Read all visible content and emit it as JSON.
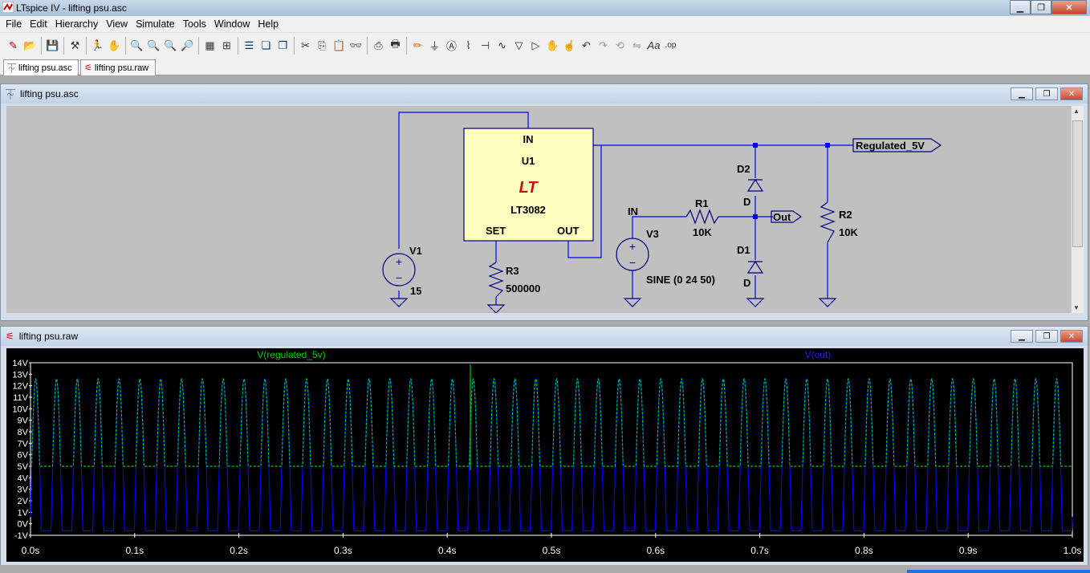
{
  "window": {
    "title": "LTspice IV - lifting psu.asc"
  },
  "menu": [
    "File",
    "Edit",
    "Hierarchy",
    "View",
    "Simulate",
    "Tools",
    "Window",
    "Help"
  ],
  "toolbar_icons": [
    "new-schematic-icon",
    "open-icon",
    "save-icon",
    "control-panel-icon",
    "run-icon",
    "halt-icon",
    "zoom-in-icon",
    "zoom-out-icon",
    "zoom-fit-icon",
    "zoom-cancel-icon",
    "autorange-icon",
    "grid-icon",
    "tile-horizontal-icon",
    "cascade-icon",
    "close-all-icon",
    "cut-icon",
    "copy-icon",
    "paste-icon",
    "find-icon",
    "print-setup-icon",
    "print-icon",
    "wire-icon",
    "ground-icon",
    "label-net-icon",
    "resistor-icon",
    "capacitor-icon",
    "inductor-icon",
    "diode-icon",
    "component-icon",
    "move-icon",
    "drag-icon",
    "undo-icon",
    "redo-icon",
    "rotate-icon",
    "mirror-icon",
    "text-icon",
    "spice-directive-icon"
  ],
  "tabs": [
    {
      "label": "lifting psu.asc",
      "icon": "schematic-icon"
    },
    {
      "label": "lifting psu.raw",
      "icon": "waveform-icon"
    }
  ],
  "schematic": {
    "title": "lifting psu.asc",
    "u1": {
      "ref": "U1",
      "part": "LT3082",
      "in": "IN",
      "out": "OUT",
      "set": "SET",
      "logo": "LT"
    },
    "v1": {
      "ref": "V1",
      "value": "15"
    },
    "r3": {
      "ref": "R3",
      "value": "500000"
    },
    "v3": {
      "ref": "V3",
      "value": "SINE (0 24 50)",
      "net": "IN"
    },
    "r1": {
      "ref": "R1",
      "value": "10K"
    },
    "r2": {
      "ref": "R2",
      "value": "10K"
    },
    "d1": {
      "ref": "D1",
      "value": "D"
    },
    "d2": {
      "ref": "D2",
      "value": "D"
    },
    "labels": {
      "regulated": "Regulated_5V",
      "out": "Out"
    },
    "colors": {
      "wire": "#0000ff",
      "component": "#000080",
      "u1_fill": "#ffffc0",
      "logo": "#d01010"
    }
  },
  "waveform": {
    "title": "lifting psu.raw",
    "traces": [
      {
        "name": "V(regulated_5v)",
        "color": "#00cc00"
      },
      {
        "name": "V(out)",
        "color": "#0000ff"
      }
    ],
    "y_ticks": [
      "14V",
      "13V",
      "12V",
      "11V",
      "10V",
      "9V",
      "8V",
      "7V",
      "6V",
      "5V",
      "4V",
      "3V",
      "2V",
      "1V",
      "0V",
      "-1V"
    ],
    "x_ticks": [
      "0.0s",
      "0.1s",
      "0.2s",
      "0.3s",
      "0.4s",
      "0.5s",
      "0.6s",
      "0.7s",
      "0.8s",
      "0.9s",
      "1.0s"
    ]
  },
  "chart_data": {
    "type": "line",
    "xlim": [
      0,
      1.0
    ],
    "ylim": [
      -1,
      14
    ],
    "xlabel": "",
    "ylabel": "",
    "series": [
      {
        "name": "V(regulated_5v)",
        "waveform": "clipped sine: 5 V floor, peaks ~12.6 V, 50 Hz",
        "min": 5,
        "max": 12.6,
        "frequency_hz": 50
      },
      {
        "name": "V(out)",
        "waveform": "clipped sine: -0.6 V floor, peaks ~12.6 V, 50 Hz",
        "min": -0.6,
        "max": 12.6,
        "frequency_hz": 50
      }
    ],
    "grid": false,
    "legend": "top"
  }
}
